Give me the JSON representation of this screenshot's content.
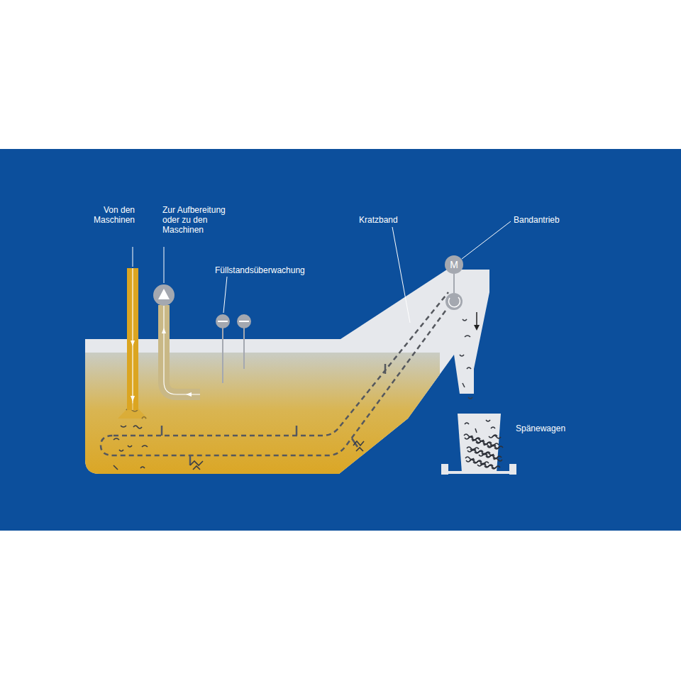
{
  "diagram": {
    "nodes": [
      {
        "text": [
          "M"
        ]
      }
    ],
    "labels": [
      "Von den Maschinen",
      "Zur Aufbereitung oder zu den Maschinen",
      "Füllstandsüberwachung",
      "Kratzband",
      "Bandantrieb",
      "Spänewagen"
    ]
  }
}
